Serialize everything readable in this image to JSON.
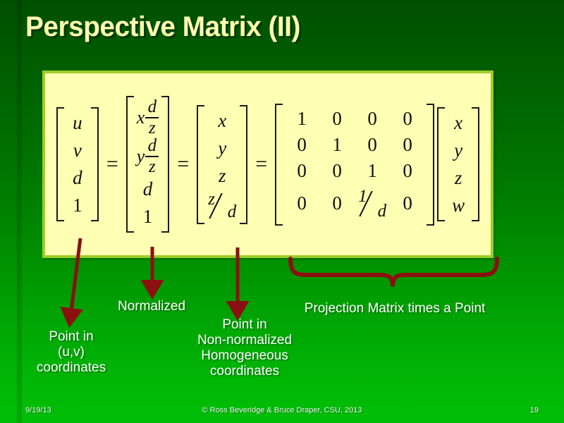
{
  "slide": {
    "title": "Perspective Matrix (II)"
  },
  "equation": {
    "equals_sign": "=",
    "matrix_uvd": {
      "name": "Point in (u,v) coordinates",
      "rows": [
        "u",
        "v",
        "d",
        "1"
      ]
    },
    "matrix_normalized": {
      "name": "Normalized",
      "rows": [
        {
          "coef": "x",
          "frac_num": "d",
          "frac_den": "z"
        },
        {
          "coef": "y",
          "frac_num": "d",
          "frac_den": "z"
        },
        {
          "plain": "d"
        },
        {
          "plain": "1"
        }
      ]
    },
    "matrix_homogeneous": {
      "name": "Point in Non-normalized Homogeneous coordinates",
      "rows": [
        {
          "plain": "x"
        },
        {
          "plain": "y"
        },
        {
          "plain": "z"
        },
        {
          "slant_num": "z",
          "slant_den": "d"
        }
      ]
    },
    "projection_matrix": {
      "name": "Projection Matrix",
      "rows": [
        [
          "1",
          "0",
          "0",
          "0"
        ],
        [
          "0",
          "1",
          "0",
          "0"
        ],
        [
          "0",
          "0",
          "1",
          "0"
        ],
        [
          "0",
          "0",
          {
            "slant_num": "1",
            "slant_den": "d"
          },
          "0"
        ]
      ]
    },
    "point_vector": {
      "name": "Point",
      "rows": [
        "x",
        "y",
        "z",
        "w"
      ]
    }
  },
  "labels": {
    "uv": "Point in\n(u,v)\ncoordinates",
    "normalized": "Normalized",
    "non_normalized": "Point in\nNon-normalized\nHomogeneous\ncoordinates",
    "projection": "Projection Matrix times a Point"
  },
  "footer": {
    "date": "9/19/13",
    "copyright": "© Ross Beveridge & Bruce Draper, CSU, 2013",
    "page_number": "19"
  },
  "colors": {
    "background_top": "#004f00",
    "background_bottom": "#00bf07",
    "title": "#ffffb0",
    "box_fill": "#ffffb4",
    "box_border": "#9ccd28",
    "annotation": "#8b1010",
    "label_text": "#ffffff"
  }
}
